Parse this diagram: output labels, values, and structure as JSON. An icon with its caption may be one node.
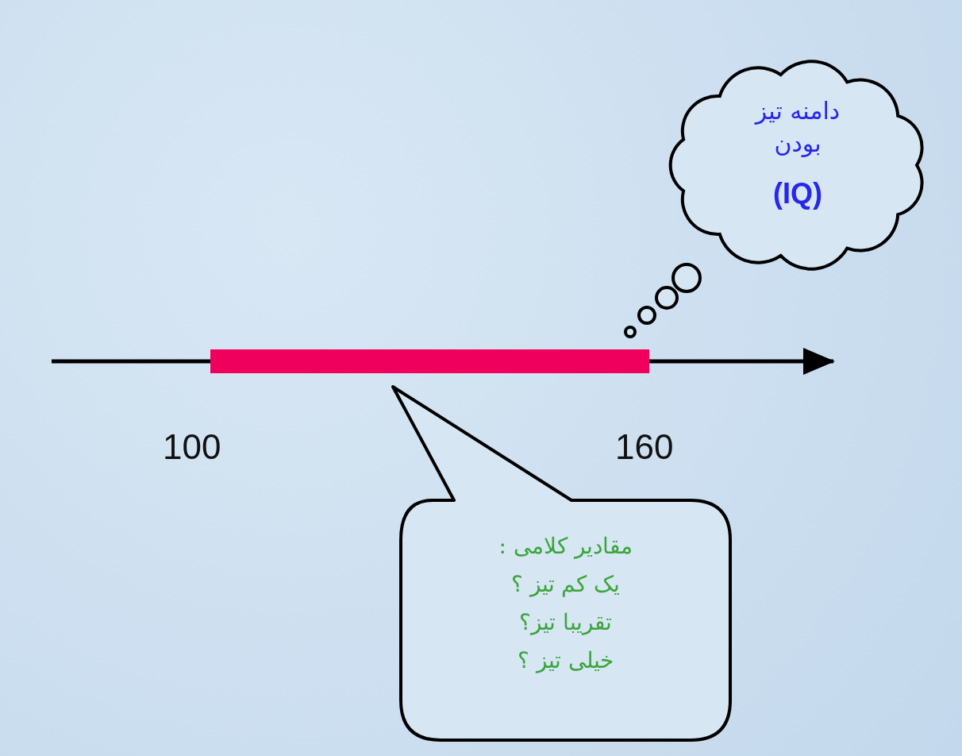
{
  "diagram": {
    "nodes": [
      {
        "text": [
          "دامنه تیز بودن",
          "(IQ)"
        ]
      },
      {
        "text": [],
        "shape": "bar"
      },
      {
        "text": [
          "مقادیر کلامی :",
          "یک کم تیز ؟",
          "تقریبا تیز؟",
          "خیلی تیز ؟"
        ]
      }
    ],
    "labels": [
      "100",
      "160"
    ]
  }
}
